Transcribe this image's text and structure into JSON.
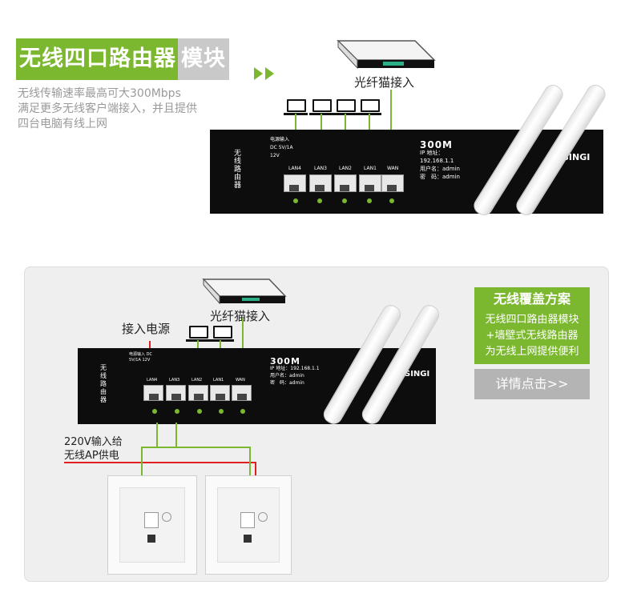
{
  "title": {
    "part1": "无线四口路由器",
    "part2": "模块"
  },
  "description": [
    "无线传输速率最高可大300Mbps",
    "满足更多无线客户端接入，并且提供",
    "四台电脑有线上网"
  ],
  "labels": {
    "fiber_top": "光纤猫接入",
    "fiber_bottom": "光纤猫接入",
    "power": "接入电源",
    "ap_power_line1": "220V输入给",
    "ap_power_line2": "无线AP供电"
  },
  "router": {
    "speed": "300M",
    "ip_line": "IP 地址：192.168.1.1",
    "user_line": "用户名：admin",
    "pass_line": "密　码：admin",
    "brand": "SINGI",
    "name": "无线路由器",
    "ports": [
      "LAN4",
      "LAN3",
      "LAN2",
      "LAN1",
      "WAN"
    ],
    "power_text": "电源输入 DC 5V/1A 12V"
  },
  "promo": {
    "heading": "无线覆盖方案",
    "lines": [
      "无线四口路由器模块",
      "+墙壁式无线路由器",
      "为无线上网提供便利"
    ],
    "button": "详情点击>>"
  },
  "colors": {
    "accent": "#7cb82f",
    "title_gray": "#c9c9c9",
    "router_body": "#0d0d0d",
    "power_line": "#e02020",
    "desc_text": "#9a9a9a"
  }
}
